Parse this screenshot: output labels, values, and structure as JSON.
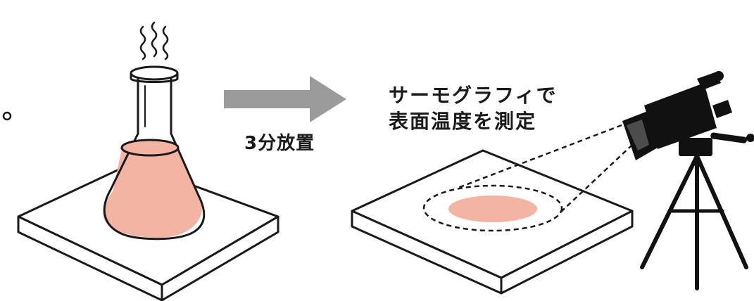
{
  "step_label": "3分放置",
  "caption": {
    "line1": "サーモグラフィで",
    "line2": "表面温度を測定"
  },
  "colors": {
    "liquid": "#f3b4a3",
    "heat_spot": "#f3b4a3",
    "arrow": "#9b9b9b",
    "line": "#1a1a1a",
    "camera": "#111111"
  }
}
